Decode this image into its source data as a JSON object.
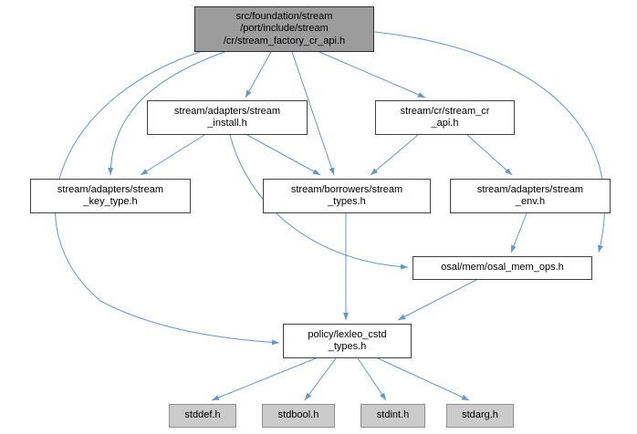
{
  "diagram": {
    "kind": "include-dependency-graph",
    "colors": {
      "edge": "#5f97d2",
      "current_node_fill": "#9c9c9c",
      "header_node_fill": "#ffffff",
      "system_node_fill": "#cbcbcb",
      "node_border": "#404040",
      "system_node_border": "#8f8f8f",
      "background": "#ffffff"
    }
  },
  "graph": {
    "nodes": [
      {
        "id": "stream_factory_cr_api",
        "kind": "current",
        "label": "src/foundation/stream\n/port/include/stream\n/cr/stream_factory_cr_api.h"
      },
      {
        "id": "stream_install",
        "kind": "header",
        "label": "stream/adapters/stream\n_install.h"
      },
      {
        "id": "stream_cr_api",
        "kind": "header",
        "label": "stream/cr/stream_cr\n_api.h"
      },
      {
        "id": "stream_key_type",
        "kind": "header",
        "label": "stream/adapters/stream\n_key_type.h"
      },
      {
        "id": "stream_types",
        "kind": "header",
        "label": "stream/borrowers/stream\n_types.h"
      },
      {
        "id": "stream_env",
        "kind": "header",
        "label": "stream/adapters/stream\n_env.h"
      },
      {
        "id": "osal_mem_ops",
        "kind": "header",
        "label": "osal/mem/osal_mem_ops.h"
      },
      {
        "id": "lexleo_cstd_types",
        "kind": "header",
        "label": "policy/lexleo_cstd\n_types.h"
      },
      {
        "id": "stddef",
        "kind": "system",
        "label": "stddef.h"
      },
      {
        "id": "stdbool",
        "kind": "system",
        "label": "stdbool.h"
      },
      {
        "id": "stdint",
        "kind": "system",
        "label": "stdint.h"
      },
      {
        "id": "stdarg",
        "kind": "system",
        "label": "stdarg.h"
      }
    ],
    "edges": [
      {
        "from": "stream_factory_cr_api",
        "to": "stream_install"
      },
      {
        "from": "stream_factory_cr_api",
        "to": "stream_cr_api"
      },
      {
        "from": "stream_factory_cr_api",
        "to": "stream_key_type"
      },
      {
        "from": "stream_factory_cr_api",
        "to": "stream_types"
      },
      {
        "from": "stream_factory_cr_api",
        "to": "lexleo_cstd_types"
      },
      {
        "from": "stream_factory_cr_api",
        "to": "osal_mem_ops"
      },
      {
        "from": "stream_install",
        "to": "stream_key_type"
      },
      {
        "from": "stream_install",
        "to": "stream_types"
      },
      {
        "from": "stream_install",
        "to": "osal_mem_ops"
      },
      {
        "from": "stream_cr_api",
        "to": "stream_types"
      },
      {
        "from": "stream_cr_api",
        "to": "stream_env"
      },
      {
        "from": "stream_env",
        "to": "osal_mem_ops"
      },
      {
        "from": "stream_types",
        "to": "lexleo_cstd_types"
      },
      {
        "from": "osal_mem_ops",
        "to": "lexleo_cstd_types"
      },
      {
        "from": "lexleo_cstd_types",
        "to": "stddef"
      },
      {
        "from": "lexleo_cstd_types",
        "to": "stdbool"
      },
      {
        "from": "lexleo_cstd_types",
        "to": "stdint"
      },
      {
        "from": "lexleo_cstd_types",
        "to": "stdarg"
      }
    ]
  }
}
